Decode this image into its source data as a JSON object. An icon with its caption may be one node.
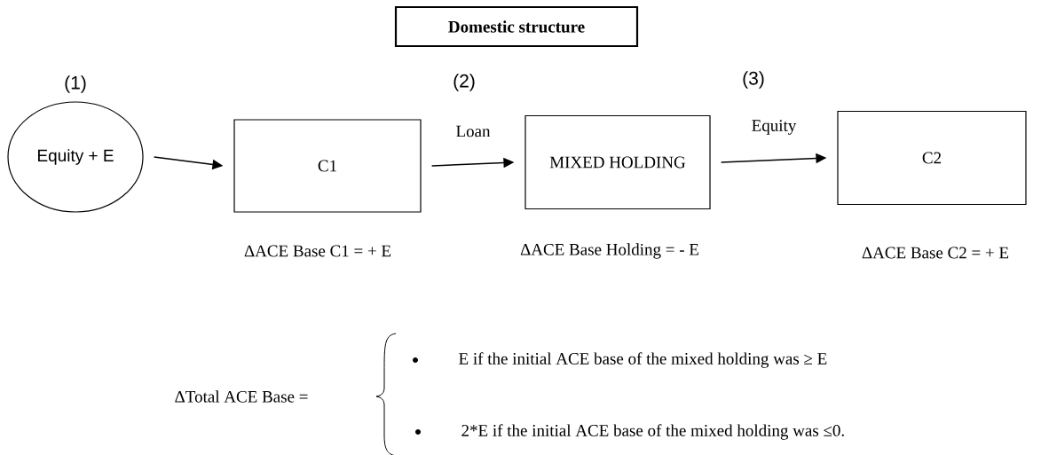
{
  "diagram": {
    "title": "Domestic structure",
    "nodes": [
      {
        "text": [
          "Equity + E"
        ]
      },
      {
        "text": [
          "C1"
        ],
        "beside": [
          "ΔACE Base C1 = + E"
        ]
      },
      {
        "text": [
          "MIXED HOLDING"
        ],
        "beside": [
          "ΔACE Base Holding = - E"
        ]
      },
      {
        "text": [
          "C2"
        ],
        "beside": [
          "ΔACE Base C2 = + E"
        ]
      }
    ],
    "edges": [
      {
        "from": 0,
        "to": 1,
        "arrow": "to"
      },
      {
        "from": 1,
        "to": 2,
        "arrow": "to",
        "label": "Loan"
      },
      {
        "from": 2,
        "to": 3,
        "arrow": "to",
        "label": "Equity"
      }
    ],
    "labels": [
      "(1)",
      "(2)",
      "(3)",
      "ΔTotal ACE Base =",
      "E if the initial ACE base of the mixed holding was ≥ E",
      "2*E if the initial ACE base of the mixed holding was ≤0."
    ]
  }
}
